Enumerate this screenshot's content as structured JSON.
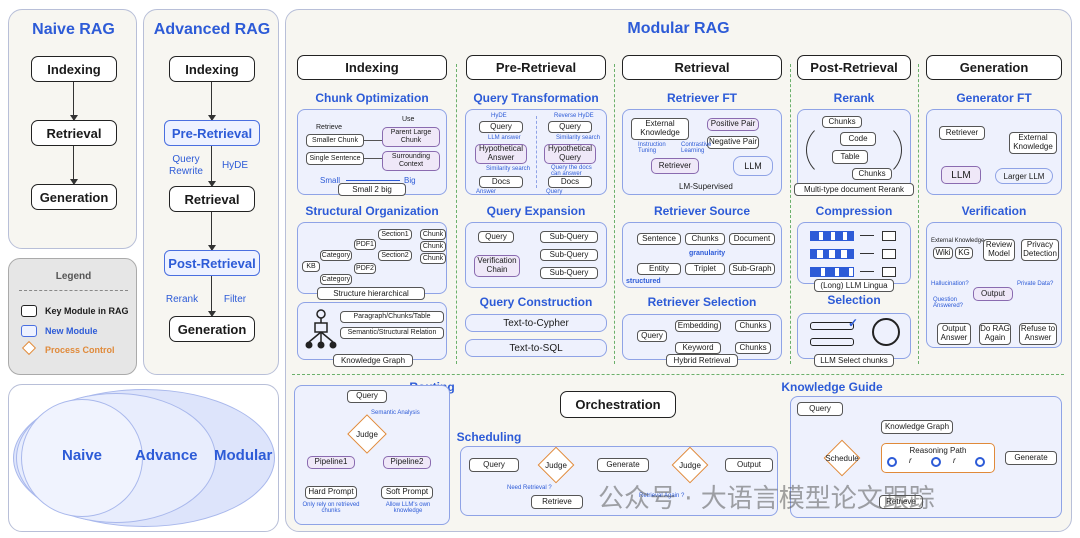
{
  "naive": {
    "title": "Naive RAG",
    "steps": [
      "Indexing",
      "Retrieval",
      "Generation"
    ]
  },
  "advanced": {
    "title": "Advanced RAG",
    "indexing": "Indexing",
    "pre_retrieval": "Pre-Retrieval",
    "query_rewrite": "Query Rewrite",
    "hyde": "HyDE",
    "retrieval": "Retrieval",
    "post_retrieval": "Post-Retrieval",
    "rerank": "Rerank",
    "filter": "Filter",
    "generation": "Generation"
  },
  "legend": {
    "title": "Legend",
    "items": [
      "Key Module in RAG",
      "New Module",
      "Process Control"
    ]
  },
  "venn": {
    "naive": "Naive",
    "advance": "Advance",
    "modular": "Modular"
  },
  "modular": {
    "title": "Modular RAG",
    "columns": [
      "Indexing",
      "Pre-Retrieval",
      "Retrieval",
      "Post-Retrieval",
      "Generation"
    ],
    "indexing": {
      "chunk_opt": "Chunk Optimization",
      "retrieve": "Retrieve",
      "use": "Use",
      "smaller_chunk": "Smaller Chunk",
      "single_sentence": "Single Sentence",
      "parent_large_chunk": "Parent Large Chunk",
      "surrounding_context": "Surrounding Context",
      "small": "Small",
      "big": "Big",
      "small2big": "Small 2 big",
      "structural": "Structural Organization",
      "kb": "KB",
      "category": "Category",
      "pdf1": "PDF1",
      "pdf2": "PDF2",
      "section1": "Section1",
      "section2": "Section2",
      "chunk": "Chunk",
      "structure_hier": "Structure hierarchical",
      "kg_item1": "Paragraph/Chunks/Table",
      "kg_item2": "Semantic/Structural Relation",
      "knowledge_graph": "Knowledge Graph"
    },
    "pre": {
      "qt": "Query Transformation",
      "hyde": "HyDE",
      "reverse_hyde": "Reverse HyDE",
      "query": "Query",
      "llm_answer": "LLM answer",
      "hyp_answer": "Hypothetical Answer",
      "hyp_query": "Hypothetical Query",
      "sim_search": "Similarity search",
      "query_docs": "Query the docs can answer",
      "docs": "Docs",
      "answer": "Answer",
      "query_lbl": "Query",
      "qe": "Query Expansion",
      "sub_query": "Sub-Query",
      "verif_chain": "Verification Chain",
      "qc": "Query Construction",
      "t2c": "Text-to-Cypher",
      "t2s": "Text-to-SQL"
    },
    "ret": {
      "ft": "Retriever FT",
      "ext_knowledge": "External Knowledge",
      "pos_pair": "Positive Pair",
      "neg_pair": "Negative Pair",
      "instr_tuning": "Instruction Tuning",
      "contrastive": "Contrastive Learning",
      "retriever": "Retriever",
      "llm": "LLM",
      "lm_supervised": "LM-Supervised",
      "source": "Retriever Source",
      "sentence": "Sentence",
      "chunks": "Chunks",
      "document": "Document",
      "granularity": "granularity",
      "entity": "Entity",
      "triplet": "Triplet",
      "subgraph": "Sub-Graph",
      "structured": "structured",
      "selection": "Retriever Selection",
      "query": "Query",
      "embedding": "Embedding",
      "keyword": "Keyword",
      "hybrid": "Hybrid Retrieval"
    },
    "post": {
      "rerank": "Rerank",
      "chunks": "Chunks",
      "code": "Code",
      "table": "Table",
      "multi_rerank": "Multi-type document Rerank",
      "compression": "Compression",
      "lingua": "(Long) LLM Lingua",
      "selection": "Selection",
      "llm_select": "LLM Select chunks"
    },
    "gen": {
      "ft": "Generator FT",
      "retriever": "Retriever",
      "ext_knowledge": "External Knowledge",
      "llm": "LLM",
      "larger_llm": "Larger LLM",
      "verification": "Verification",
      "ext_kn_small": "External Knowledge",
      "wiki": "Wiki",
      "kg": "KG",
      "review_model": "Review Model",
      "privacy": "Privacy Detection",
      "hallucination": "Hallucination?",
      "private_data": "Private Data?",
      "question_answered": "Question Answered?",
      "output": "Output",
      "output_answer": "Output Answer",
      "do_rag_again": "Do RAG Again",
      "refuse": "Refuse to Answer"
    },
    "orch": {
      "title": "Orchestration",
      "routing": "Routing",
      "query": "Query",
      "semantic_analysis": "Semantic Analysis",
      "judge": "Judge",
      "pipeline1": "Pipeline1",
      "pipeline2": "Pipeline2",
      "hard_prompt": "Hard Prompt",
      "soft_prompt": "Soft Prompt",
      "only_rely": "Only rely on retrieved chunks",
      "allow_llm": "Allow LLM's own knowledge",
      "scheduling": "Scheduling",
      "generate": "Generate",
      "output": "Output",
      "need_retrieval": "Need Retrieval ?",
      "retrieval_again": "Retrieval Again ?",
      "retrieve": "Retrieve",
      "kg_title": "Knowledge Guide",
      "knowledge_graph": "Knowledge Graph",
      "schedule": "Schedule",
      "reasoning_path": "Reasoning Path",
      "r": "r"
    }
  },
  "watermark": "公众号 · 大语言模型论文跟踪",
  "colors": {
    "accent": "#2d5bd7",
    "control": "#e08a3a",
    "panel_bg": "#f7f6f1",
    "module_bg": "#eef1fd"
  }
}
